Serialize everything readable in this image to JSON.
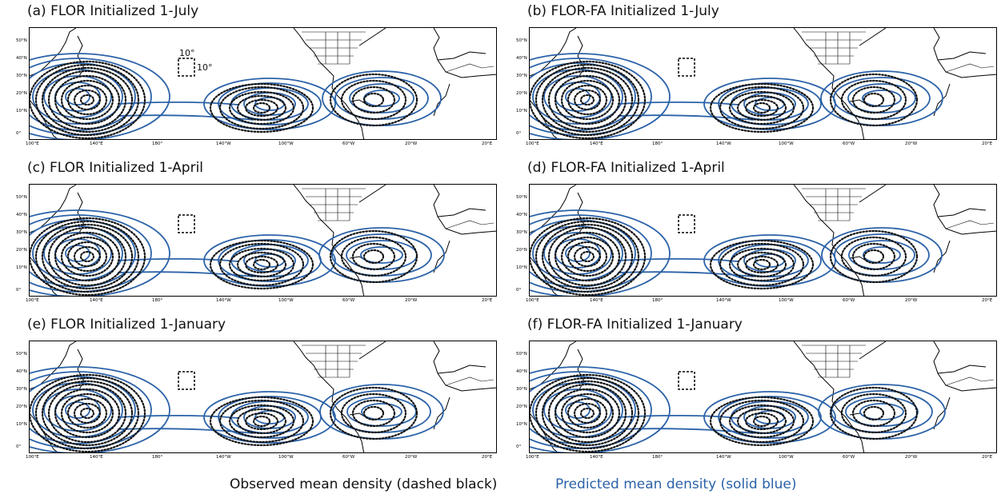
{
  "panels": [
    {
      "title": "(a) FLOR Initialized 1-July",
      "box_label_top": "10°",
      "box_label_right": "10°"
    },
    {
      "title": "(b) FLOR-FA Initialized 1-July",
      "box_label_top": "",
      "box_label_right": ""
    },
    {
      "title": "(c) FLOR Initialized 1-April",
      "box_label_top": "",
      "box_label_right": ""
    },
    {
      "title": "(d) FLOR-FA Initialized 1-April",
      "box_label_top": "",
      "box_label_right": ""
    },
    {
      "title": "(e) FLOR Initialized 1-January",
      "box_label_top": "",
      "box_label_right": ""
    },
    {
      "title": "(f) FLOR-FA Initialized 1-January",
      "box_label_top": "",
      "box_label_right": ""
    }
  ],
  "y_ticks": [
    "50°N",
    "40°N",
    "30°N",
    "20°N",
    "10°N",
    "0°"
  ],
  "x_ticks": [
    "100°E",
    "140°E",
    "180°",
    "140°W",
    "100°W",
    "60°W",
    "20°W",
    "20°E"
  ],
  "legend": {
    "observed": "Observed mean density (dashed black)",
    "predicted": "Predicted mean density (solid blue)"
  },
  "colors": {
    "predicted": "#2b62a8",
    "observed": "#111111"
  }
}
